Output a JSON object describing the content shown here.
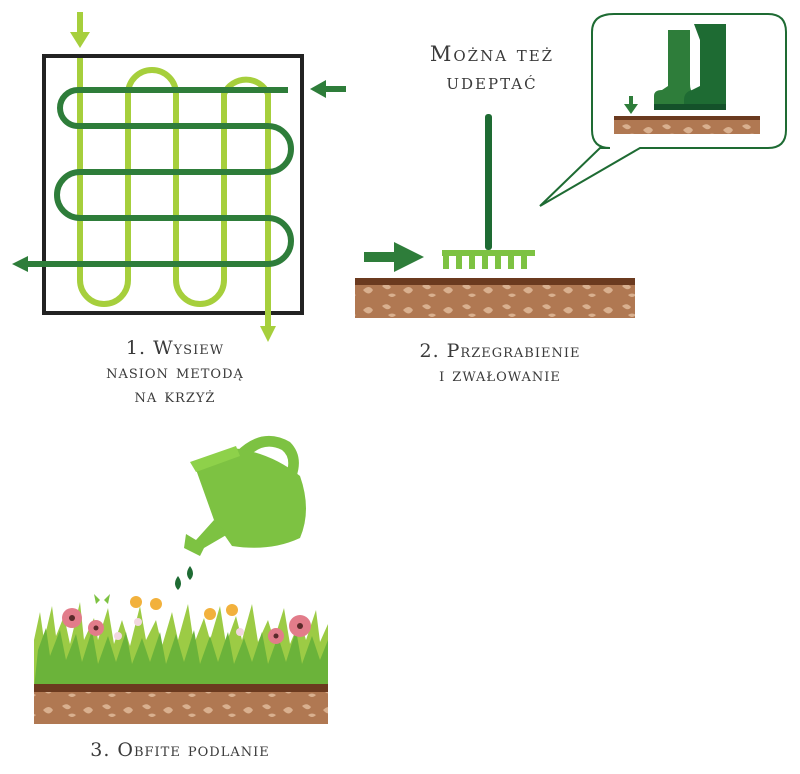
{
  "step1": {
    "lines": [
      "1. Wysiew",
      "nasion metodą",
      "na krzyż"
    ]
  },
  "step2": {
    "lines": [
      "2. Przegrabienie",
      "i zwałowanie"
    ]
  },
  "step3": {
    "lines": [
      "3. Obfite podlanie"
    ]
  },
  "tip": {
    "lines": [
      "Można też",
      "udeptać"
    ]
  },
  "colors": {
    "dark_green": "#1e6b33",
    "light_green": "#a6cf3c",
    "bright_green": "#7dc242",
    "soil": "#a9704a",
    "soil_dark": "#6b3a1f",
    "frame": "#222222"
  },
  "icons": [
    "seeding-grid-icon",
    "rake-icon",
    "boots-icon",
    "watering-can-icon",
    "grass-flowers-icon"
  ]
}
